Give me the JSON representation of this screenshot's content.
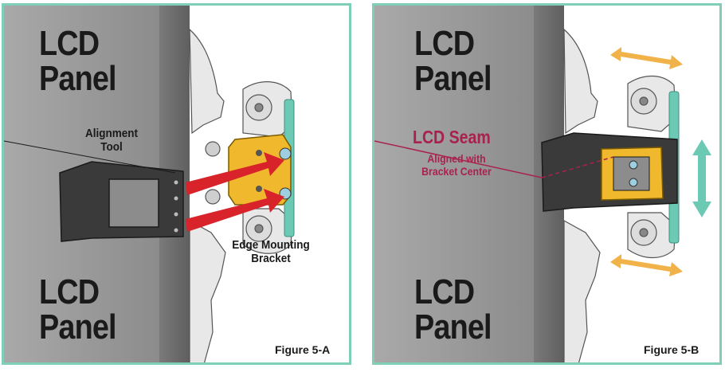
{
  "figure_a": {
    "lcd_top_line1": "LCD",
    "lcd_top_line2": "Panel",
    "lcd_bottom_line1": "LCD",
    "lcd_bottom_line2": "Panel",
    "alignment_tool_line1": "Alignment",
    "alignment_tool_line2": "Tool",
    "bracket_line1": "Edge Mounting",
    "bracket_line2": "Bracket",
    "caption": "Figure 5-A"
  },
  "figure_b": {
    "lcd_top_line1": "LCD",
    "lcd_top_line2": "Panel",
    "lcd_bottom_line1": "LCD",
    "lcd_bottom_line2": "Panel",
    "seam_title": "LCD Seam",
    "seam_sub_line1": "Aligned with",
    "seam_sub_line2": "Bracket Center",
    "caption": "Figure 5-B"
  },
  "colors": {
    "border": "#7fcfb8",
    "lcd_panel": "#9a9a9a",
    "bracket": "#f0b82c",
    "arrow_red": "#d8232a",
    "arrow_orange": "#f2b24a",
    "arrow_teal": "#6cc9b4",
    "seam_text": "#a8224d",
    "tool": "#3a3a3a"
  }
}
